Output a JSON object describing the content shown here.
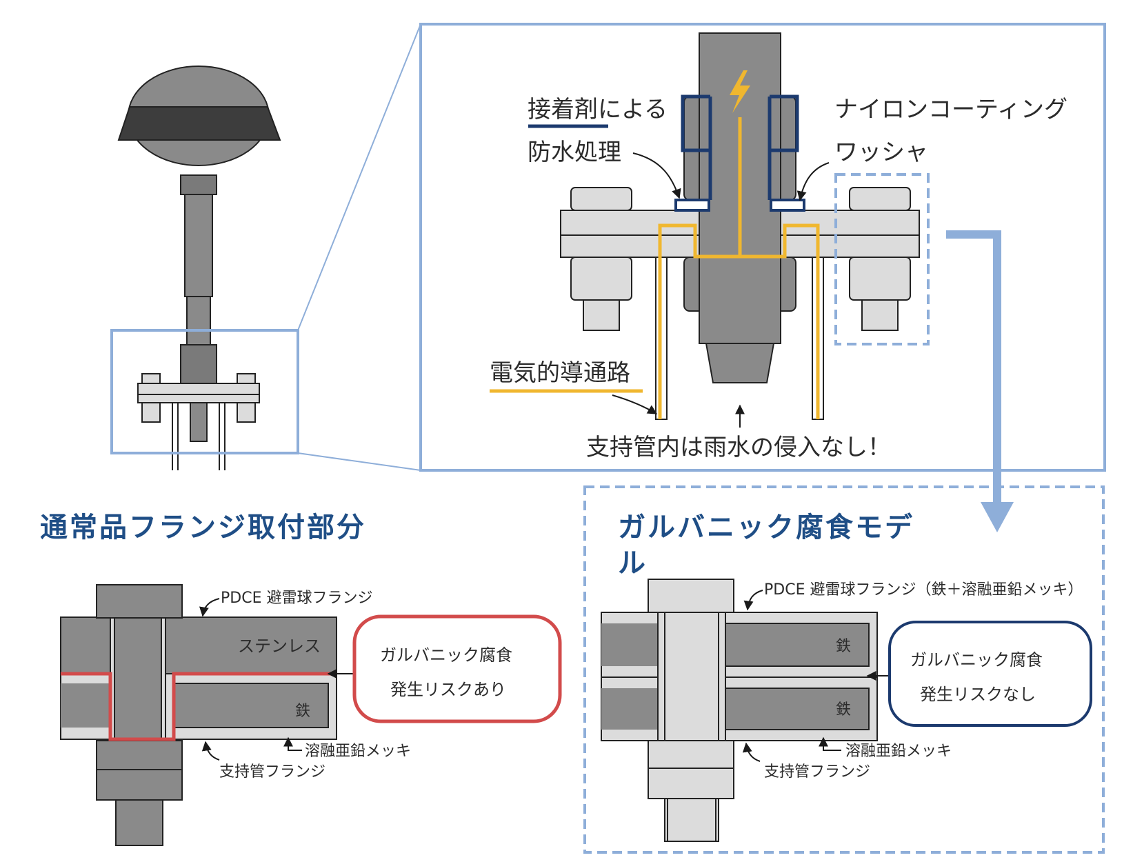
{
  "colors": {
    "frame_blue": "#8eaed9",
    "title_blue": "#1f4e86",
    "navy": "#1c3a6e",
    "conduction_yellow": "#f0b72f",
    "risk_red": "#d24b4b",
    "metal_dark": "#8a8a8a",
    "metal_light": "#dcdcdc"
  },
  "icons": {
    "lightning": "lightning-bolt-icon"
  },
  "detail": {
    "adhesive_line1": "接着剤による",
    "adhesive_line2": "防水処理",
    "nylon_line1": "ナイロンコーティング",
    "nylon_line2": "ワッシャ",
    "conduction_path": "電気的導通路",
    "no_rain": "支持管内は雨水の侵入なし！"
  },
  "left": {
    "title": "通常品フランジ取付部分",
    "pdce_flange": "PDCE 避雷球フランジ",
    "stainless": "ステンレス",
    "iron": "鉄",
    "galv": "溶融亜鉛メッキ",
    "support_flange": "支持管フランジ",
    "bubble_line1": "ガルバニック腐食",
    "bubble_line2": "発生リスクあり"
  },
  "right": {
    "title_line1": "ガルバニック腐食モデ",
    "title_line2": "ル",
    "pdce_flange": "PDCE 避雷球フランジ（鉄＋溶融亜鉛メッキ）",
    "iron_top": "鉄",
    "iron_bottom": "鉄",
    "galv": "溶融亜鉛メッキ",
    "support_flange": "支持管フランジ",
    "bubble_line1": "ガルバニック腐食",
    "bubble_line2": "発生リスクなし"
  }
}
